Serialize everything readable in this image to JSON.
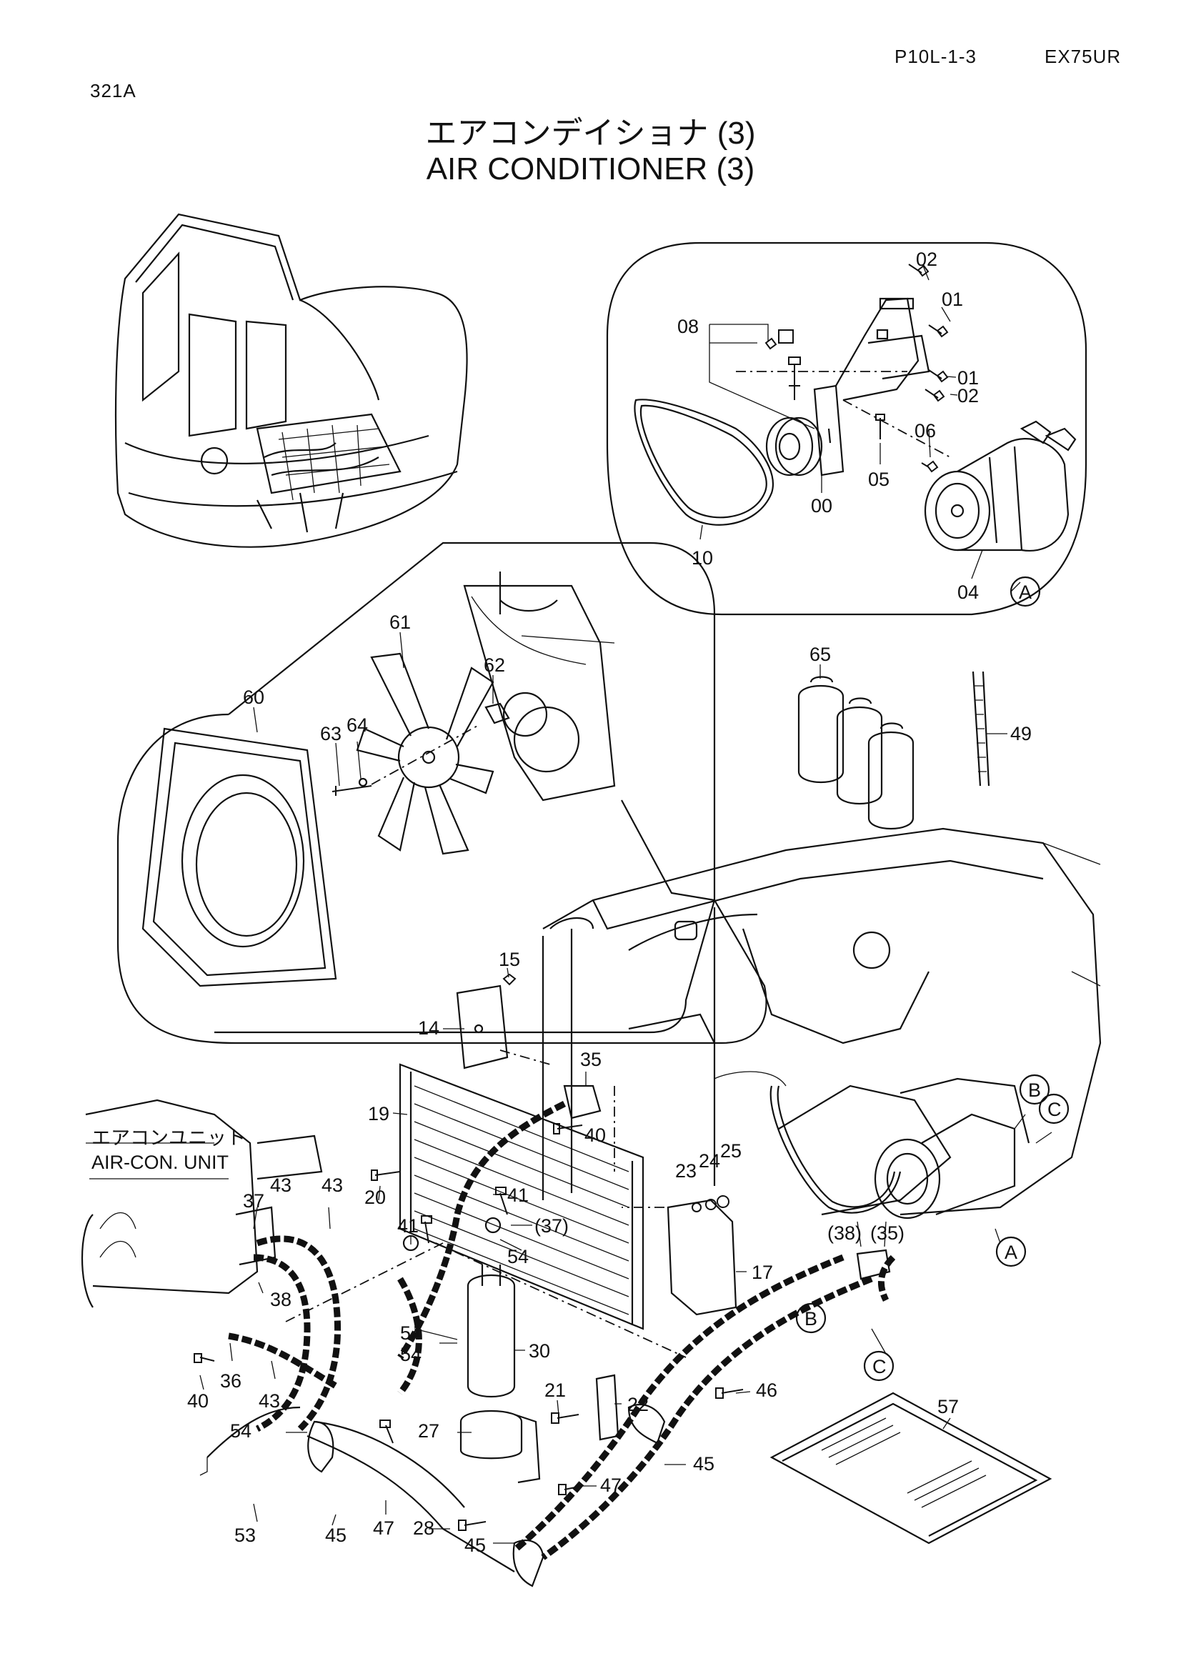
{
  "header": {
    "code": "P10L-1-3",
    "model": "EX75UR",
    "page_id": "321A",
    "title_jp": "エアコンデイショナ (3)",
    "title_en": "AIR CONDITIONER (3)"
  },
  "annotations": {
    "aircon_unit_jp": "エアコンユニット",
    "aircon_unit_en": "AIR-CON. UNIT",
    "ref_a": "A",
    "ref_b": "B",
    "ref_c": "C"
  },
  "detail_a_labels": {
    "p02a": "02",
    "p01a": "01",
    "p08": "08",
    "p01b": "01",
    "p02b": "02",
    "p06": "06",
    "p05": "05",
    "p00": "00",
    "p10": "10",
    "p04": "04"
  },
  "fan_labels": {
    "p61": "61",
    "p62": "62",
    "p60": "60",
    "p63": "63",
    "p64": "64",
    "p65": "65",
    "p49": "49"
  },
  "main_labels": {
    "p15": "15",
    "p14": "14",
    "p35": "35",
    "p19": "19",
    "p40a": "40",
    "p25": "25",
    "p24": "24",
    "p23": "23",
    "p20": "20",
    "p41a": "41",
    "p37b": "(37)",
    "p41b": "41",
    "p54a": "54",
    "p37": "37",
    "p43a": "43",
    "p43b": "43",
    "p38": "38",
    "p17": "17",
    "p38b": "(38)",
    "p35b": "(35)",
    "p30": "30",
    "p54b": "54",
    "p54c": "54",
    "p40b": "40",
    "p36": "36",
    "p43c": "43",
    "p21": "21",
    "p22": "22",
    "p46": "46",
    "p57": "57",
    "p27": "27",
    "p45a": "45",
    "p54d": "54",
    "p47a": "47",
    "p53": "53",
    "p45b": "45",
    "p47b": "47",
    "p28": "28",
    "p45c": "45"
  }
}
